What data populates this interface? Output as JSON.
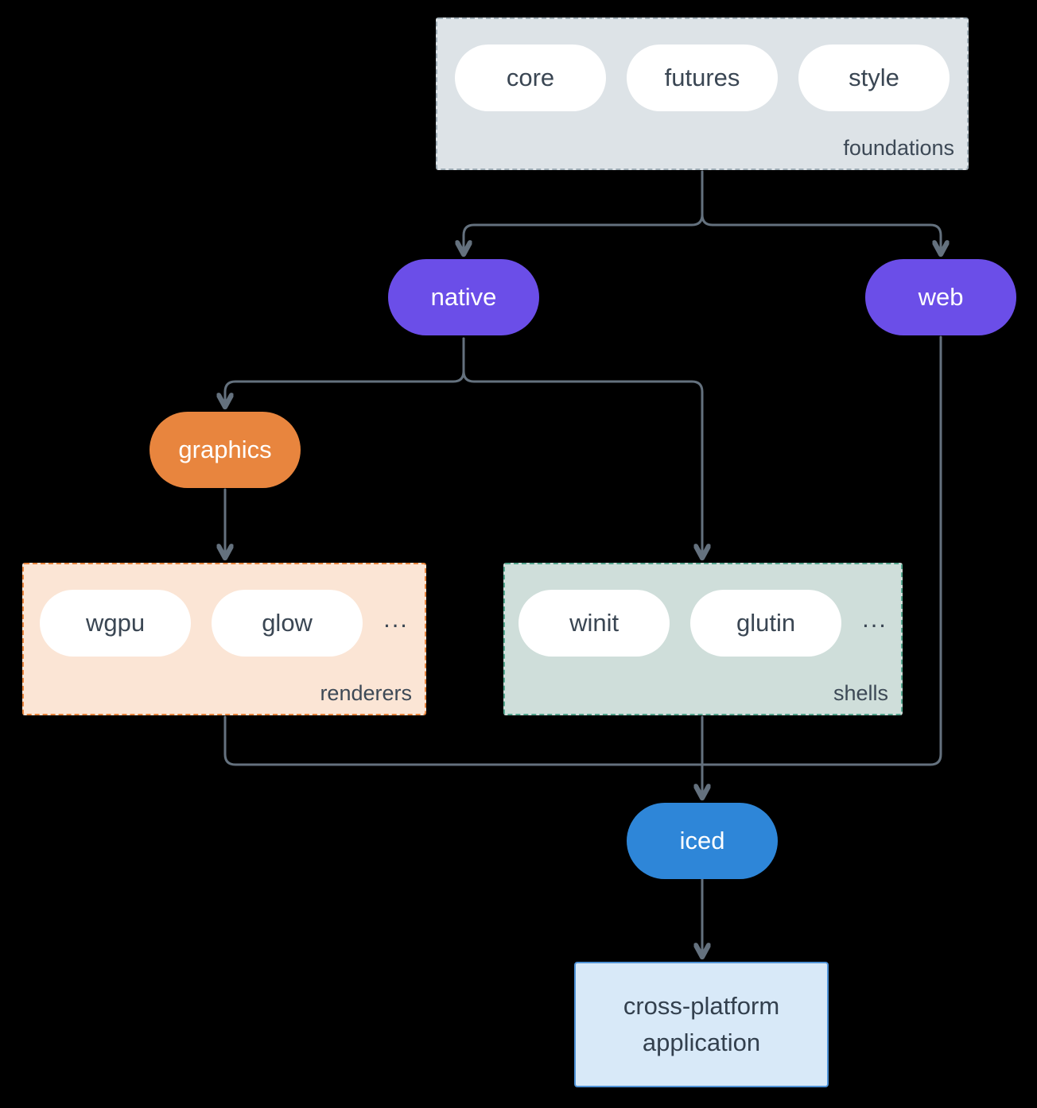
{
  "groups": {
    "foundations": {
      "label": "foundations",
      "items": [
        "core",
        "futures",
        "style"
      ]
    },
    "renderers": {
      "label": "renderers",
      "items": [
        "wgpu",
        "glow"
      ],
      "ellipsis": "..."
    },
    "shells": {
      "label": "shells",
      "items": [
        "winit",
        "glutin"
      ],
      "ellipsis": "..."
    }
  },
  "nodes": {
    "native": "native",
    "web": "web",
    "graphics": "graphics",
    "iced": "iced",
    "application": "cross-platform application"
  },
  "colors": {
    "background": "#000000",
    "connector": "#64717e",
    "node_purple": "#6b4ee8",
    "node_orange": "#e8853e",
    "node_blue": "#2e86d8",
    "foundations_fill": "#dde3e7",
    "renderers_fill": "#fbe5d5",
    "shells_fill": "#cfdeda",
    "application_fill": "#d8e9f8",
    "application_border": "#4f92d6"
  }
}
